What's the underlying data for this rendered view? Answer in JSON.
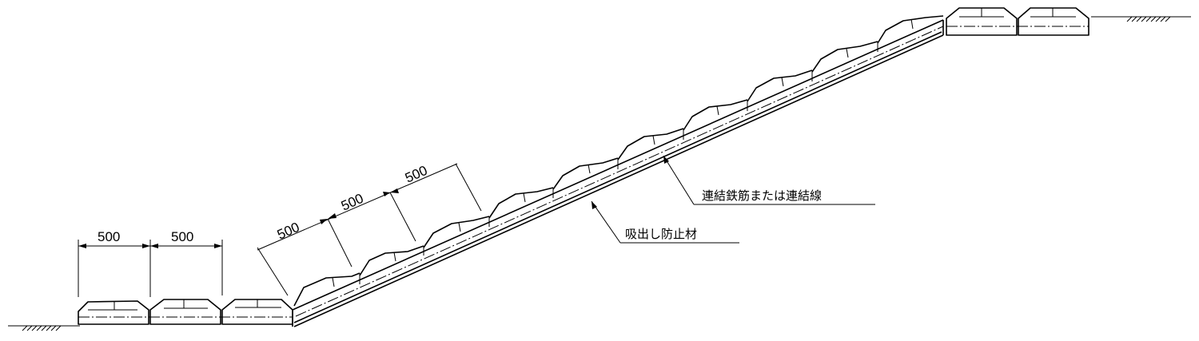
{
  "dimensions": {
    "flat_left": [
      "500",
      "500"
    ],
    "slope": [
      "500",
      "500",
      "500"
    ]
  },
  "labels": {
    "connection": "連結鉄筋または連結線",
    "suction_prevention": "吸出し防止材"
  }
}
